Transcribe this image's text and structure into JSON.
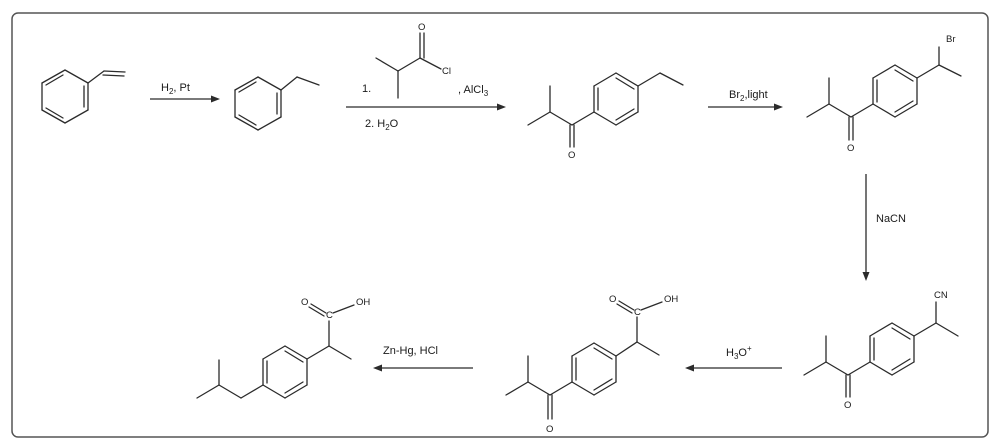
{
  "reagents": {
    "step1": {
      "main": "H",
      "sub": "2",
      "tail": ", Pt"
    },
    "step2": {
      "line1_number": "1.",
      "line1_catalyst_pre": ", AlCl",
      "line1_catalyst_sub": "3",
      "line2_pre": "2. H",
      "line2_sub": "2",
      "line2_tail": "O"
    },
    "step3": {
      "pre": "Br",
      "sub": "2",
      "tail": ",light"
    },
    "step4": {
      "text": "NaCN"
    },
    "step5": {
      "pre": "H",
      "sub": "3",
      "mid": "O",
      "sup": "+"
    },
    "step6": {
      "text": "Zn-Hg, HCl"
    }
  },
  "atoms": {
    "acyl_O": "O",
    "acyl_Cl": "Cl",
    "ketone_O_3": "O",
    "br": "Br",
    "ketone_O_4": "O",
    "cn": "CN",
    "ketone_O_5": "O",
    "ketone_O_6": "O",
    "acid_O_6": "O",
    "acid_C_6": "C",
    "acid_OH_6": "OH",
    "acid_O_7": "O",
    "acid_C_7": "C",
    "acid_OH_7": "OH"
  }
}
